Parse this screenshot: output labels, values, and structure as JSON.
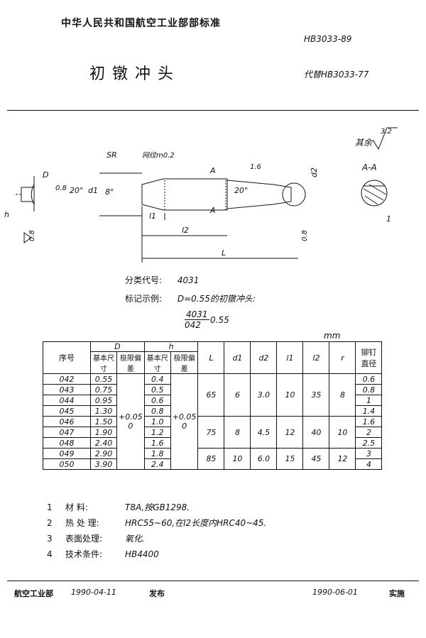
{
  "header": {
    "org": "中华人民共和国航空工业部部标准",
    "code": "HB3033-89",
    "title": "初镦冲头",
    "replaces": "代替HB3033-77"
  },
  "drawing": {
    "roughness_rest": "其余",
    "roughness_rest_value": "3.2",
    "section_label": "A-A",
    "labels": {
      "sr": "SR",
      "knurl": "网纹m0.2",
      "a_top": "A",
      "a_bottom": "A",
      "rough_16": "1.6",
      "rough_08_left": "0.8",
      "rough_08_right": "0.8",
      "rough_08_head": "0.8",
      "d": "D",
      "d1": "d1",
      "d2": "d2",
      "h": "h",
      "l1": "l1",
      "l2": "l2",
      "L": "L",
      "angle_8": "8°",
      "angle_20_a": "20°",
      "angle_20_b": "20°",
      "flat_1": "1"
    }
  },
  "classification": {
    "label": "分类代号:",
    "value": "4031",
    "marking_label": "标记示例:",
    "marking_text": "D=0.55的初镦冲头:",
    "frac_num": "4031",
    "frac_den": "042",
    "frac_tail": "0.55"
  },
  "table": {
    "unit": "mm",
    "headers": {
      "seq": "序号",
      "D": "D",
      "h": "h",
      "base": "基本尺寸",
      "dev": "极限偏差",
      "L": "L",
      "d1": "d1",
      "d2": "d2",
      "l1": "l1",
      "l2": "l2",
      "r": "r",
      "rivet": "铆钉直径"
    },
    "rows": [
      {
        "seq": "042",
        "D": "0.55",
        "h": "0.4",
        "rivet": "0.6"
      },
      {
        "seq": "043",
        "D": "0.75",
        "h": "0.5",
        "rivet": "0.8"
      },
      {
        "seq": "044",
        "D": "0.95",
        "h": "0.6",
        "rivet": "1"
      },
      {
        "seq": "045",
        "D": "1.30",
        "h": "0.8",
        "rivet": "1.4"
      },
      {
        "seq": "046",
        "D": "1.50",
        "h": "1.0",
        "rivet": "1.6"
      },
      {
        "seq": "047",
        "D": "1.90",
        "h": "1.2",
        "rivet": "2"
      },
      {
        "seq": "048",
        "D": "2.40",
        "h": "1.6",
        "rivet": "2.5"
      },
      {
        "seq": "049",
        "D": "2.90",
        "h": "1.8",
        "rivet": "3"
      },
      {
        "seq": "050",
        "D": "3.90",
        "h": "2.4",
        "rivet": "4"
      }
    ],
    "tolD": "+0.05\n0",
    "tolh": "+0.05\n0",
    "groups": [
      {
        "L": "65",
        "d1": "6",
        "d2": "3.0",
        "l1": "10",
        "l2": "35",
        "r": "8"
      },
      {
        "L": "75",
        "d1": "8",
        "d2": "4.5",
        "l1": "12",
        "l2": "40",
        "r": "10"
      },
      {
        "L": "85",
        "d1": "10",
        "d2": "6.0",
        "l1": "15",
        "l2": "45",
        "r": "12"
      }
    ]
  },
  "requirements": [
    {
      "n": "1",
      "k": "材 料:",
      "v": "T8A,按GB1298."
    },
    {
      "n": "2",
      "k": "热 处 理:",
      "v": "HRC55~60,在l2长度内HRC40~45."
    },
    {
      "n": "3",
      "k": "表面处理:",
      "v": "氧化."
    },
    {
      "n": "4",
      "k": "技术条件:",
      "v": "HB4400"
    }
  ],
  "footer": {
    "issuer": "航空工业部",
    "issue_date": "1990-04-11",
    "issue_word": "发布",
    "impl_date": "1990-06-01",
    "impl_word": "实施"
  }
}
